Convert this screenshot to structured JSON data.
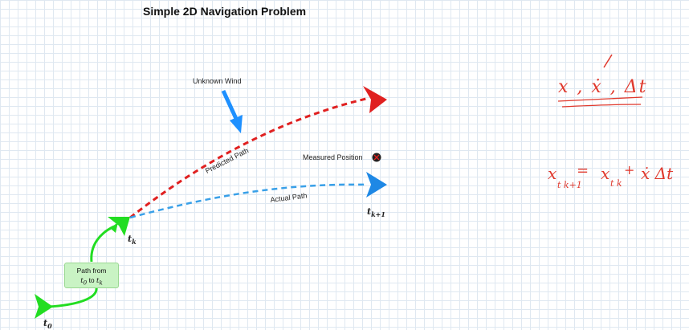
{
  "title": "Simple 2D Navigation Problem",
  "labels": {
    "unknown_wind": "Unknown Wind",
    "predicted_path": "Predicted Path",
    "actual_path": "Actual Path",
    "measured_position": "Measured Position",
    "path_from": "Path from",
    "t0": "t",
    "t0_sub": "0",
    "to": "to",
    "tk": "t",
    "tk_sub": "k",
    "tk1": "t",
    "tk1_sub": "k+1"
  },
  "handwriting": {
    "line1": "x , ẋ , Δt",
    "eq_lhs": "x",
    "eq_lhs_sub": "t k+1",
    "eq_eq": "=",
    "eq_rhs1": "x",
    "eq_rhs1_sub": "t k",
    "eq_plus": "+",
    "eq_rhs2": "ẋ Δt"
  },
  "colors": {
    "start_green": "#22dd22",
    "predicted_red": "#e02020",
    "actual_blue": "#1e88e5",
    "wind_blue": "#1e90ff",
    "handwriting_red": "#e0392d"
  }
}
